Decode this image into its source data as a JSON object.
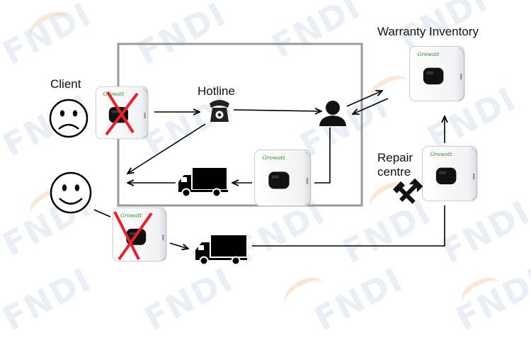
{
  "labels": {
    "client": "Client",
    "hotline": "Hotline",
    "warranty_inventory": "Warranty Inventory",
    "repair_line1": "Repair",
    "repair_line2": "centre"
  },
  "inverter_brand": "Growatt",
  "watermark_text": "FNDI",
  "colors": {
    "arrow": "#000000",
    "cross": "#e8222a",
    "frame": "#9a9a9a",
    "watermark_blue": "#c9d6e6",
    "watermark_orange": "#f0c090"
  }
}
